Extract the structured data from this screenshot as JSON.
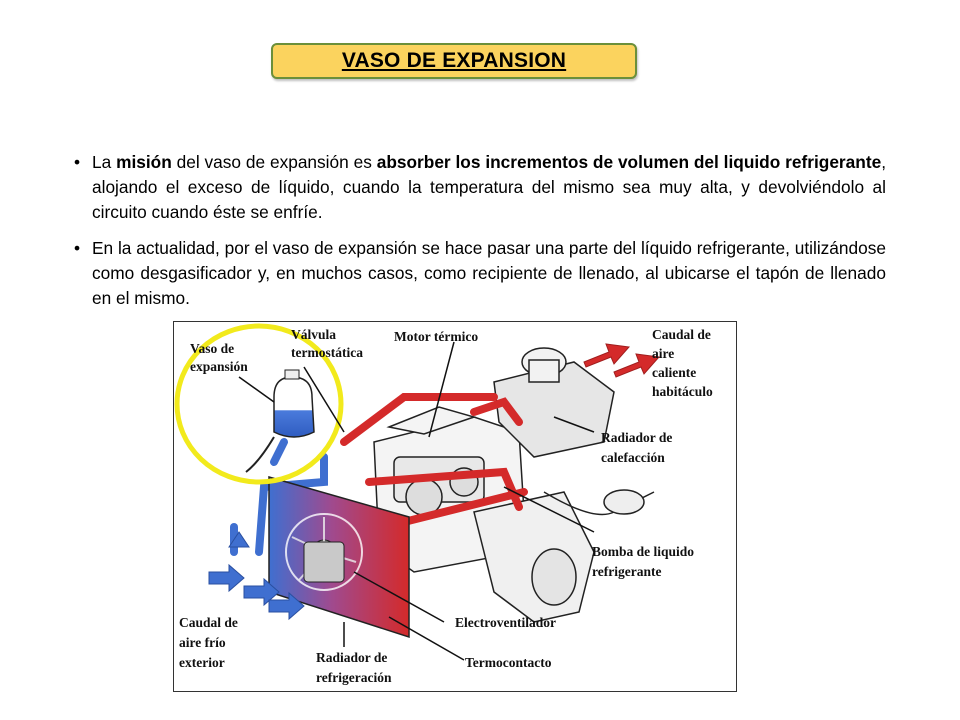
{
  "title": "VASO DE EXPANSION",
  "bullets": [
    {
      "segments": [
        {
          "text": "La ",
          "bold": false
        },
        {
          "text": "misión",
          "bold": true
        },
        {
          "text": " del vaso de expansión es ",
          "bold": false
        },
        {
          "text": "absorber los incrementos de volumen del liquido refrigerante",
          "bold": true
        },
        {
          "text": ", alojando el exceso de líquido, cuando la temperatura del mismo sea muy alta, y devolviéndolo al circuito cuando éste se enfríe.",
          "bold": false
        }
      ]
    },
    {
      "segments": [
        {
          "text": " En la actualidad, por el vaso de expansión se hace pasar una parte del líquido refrigerante, utilizándose como desgasificador y, en muchos casos, como recipiente de llenado, al ubicarse el tapón de llenado en el mismo.",
          "bold": false
        }
      ]
    }
  ],
  "bullet_glyph": "•",
  "diagram": {
    "labels": {
      "vaso_l1": "Vaso de",
      "vaso_l2": "expansión",
      "valvula_l1": "Válvula",
      "valvula_l2": "termostática",
      "motor": "Motor térmico",
      "caudal_cal_l1": "Caudal de",
      "caudal_cal_l2": "aire",
      "caudal_cal_l3": "caliente",
      "caudal_cal_l4": "habitáculo",
      "radcal_l1": "Radiador de",
      "radcal_l2": "calefacción",
      "bomba_l1": "Bomba de liquido",
      "bomba_l2": "refrigerante",
      "electro": "Electroventilador",
      "termo": "Termocontacto",
      "radref_l1": "Radiador de",
      "radref_l2": "refrigeración",
      "caudal_frio_l1": "Caudal de",
      "caudal_frio_l2": "aire frío",
      "caudal_frio_l3": "exterior"
    },
    "colors": {
      "hot": "#d42a2a",
      "cold": "#3f6fd0",
      "highlight": "#f2ea1c",
      "title_bg": "#fbd35e",
      "title_border": "#6b8f3a"
    }
  }
}
